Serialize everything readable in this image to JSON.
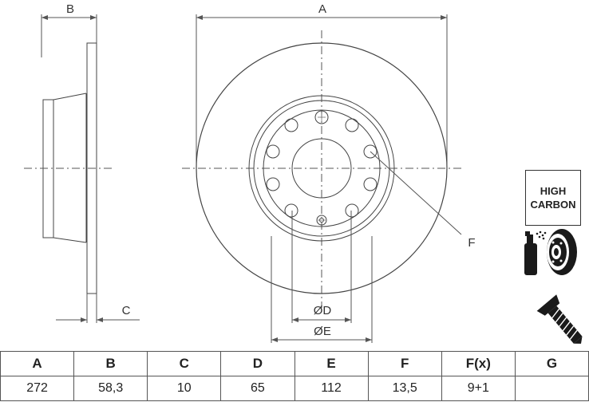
{
  "dimension_labels": {
    "A": "A",
    "B": "B",
    "C": "C",
    "D": "ØD",
    "E": "ØE",
    "F": "F"
  },
  "badge": {
    "line1": "HIGH",
    "line2": "CARBON"
  },
  "icons": [
    "cleaner-spray-icon",
    "bolt-icon"
  ],
  "table": {
    "headers": [
      "A",
      "B",
      "C",
      "D",
      "E",
      "F",
      "F(x)",
      "G"
    ],
    "values": [
      "272",
      "58,3",
      "10",
      "65",
      "112",
      "13,5",
      "9+1",
      ""
    ]
  }
}
